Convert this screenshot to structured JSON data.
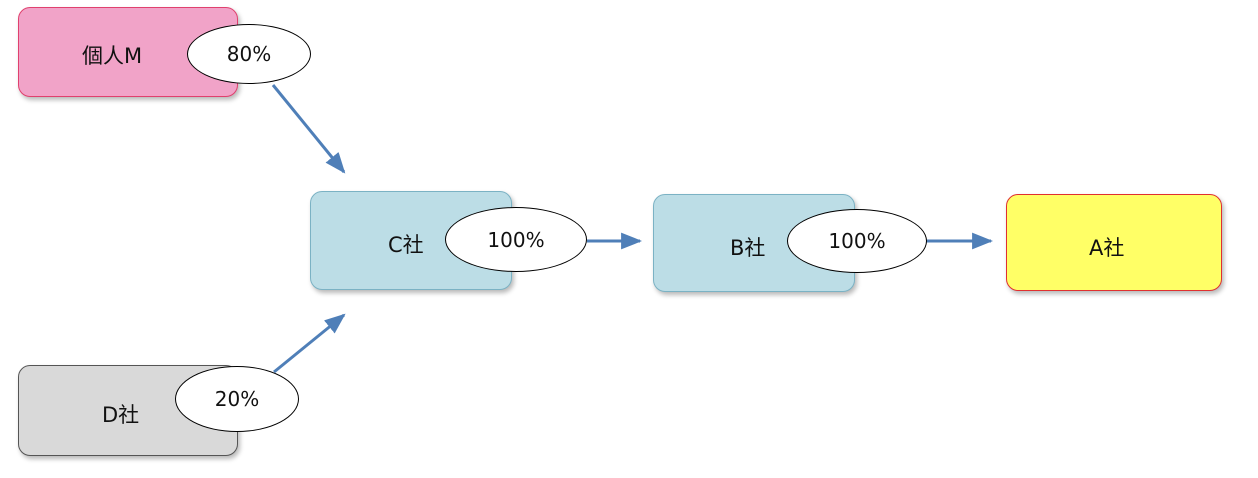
{
  "nodes": {
    "person_m": {
      "label": "個人M",
      "share": "80%",
      "fill": "#f1a3c8",
      "border": "#e0406e"
    },
    "company_c": {
      "label": "C社",
      "share": "100%",
      "fill": "#bcdde6",
      "border": "#7bb2c4"
    },
    "company_b": {
      "label": "B社",
      "share": "100%",
      "fill": "#bcdde6",
      "border": "#7bb2c4"
    },
    "company_a": {
      "label": "A社",
      "fill": "#ffff66",
      "border": "#e03030"
    },
    "company_d": {
      "label": "D社",
      "share": "20%",
      "fill": "#d9d9d9",
      "border": "#555555"
    }
  },
  "edges": [
    {
      "from": "person_m",
      "to": "company_c"
    },
    {
      "from": "company_d",
      "to": "company_c"
    },
    {
      "from": "company_c",
      "to": "company_b"
    },
    {
      "from": "company_b",
      "to": "company_a"
    }
  ],
  "arrow_color": "#4f7fb8"
}
